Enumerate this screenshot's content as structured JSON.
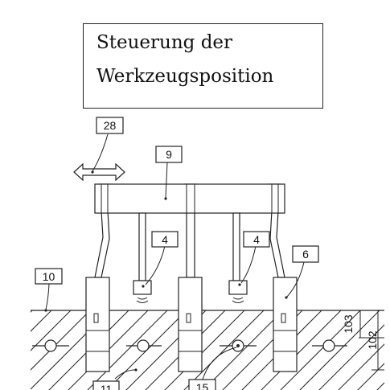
{
  "title": {
    "line1": "Steuerung der",
    "line2": "Werkzeugsposition"
  },
  "labels": {
    "move": "28",
    "frame": "9",
    "sensor_left": "4",
    "sensor_right": "4",
    "tine": "6",
    "ground": "10",
    "soil": "11",
    "plant": "15",
    "depth_small": "103",
    "depth_large": "102"
  },
  "colors": {
    "line": "#222222"
  }
}
